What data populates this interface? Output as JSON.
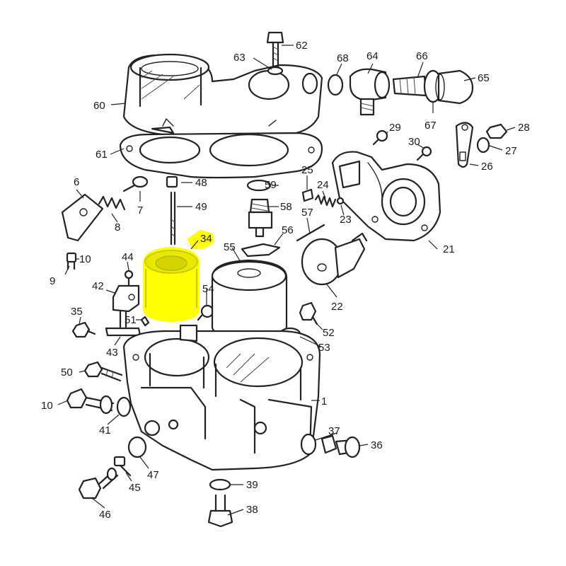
{
  "highlight": {
    "part_number": "34",
    "color": "#FFFF00"
  },
  "labels": {
    "p1": "1",
    "p6": "6",
    "p7": "7",
    "p8": "8",
    "p9": "9",
    "p10a": "10",
    "p10b": "10",
    "p21": "21",
    "p22": "22",
    "p23": "23",
    "p24": "24",
    "p25": "25",
    "p26": "26",
    "p27": "27",
    "p28": "28",
    "p29": "29",
    "p30": "30",
    "p34": "34",
    "p35": "35",
    "p36": "36",
    "p37": "37",
    "p38": "38",
    "p39": "39",
    "p41": "41",
    "p42": "42",
    "p43": "43",
    "p44": "44",
    "p45": "45",
    "p46": "46",
    "p47": "47",
    "p48": "48",
    "p49": "49",
    "p50": "50",
    "p51": "51",
    "p52": "52",
    "p53": "53",
    "p54": "54",
    "p55": "55",
    "p56": "56",
    "p57": "57",
    "p58": "58",
    "p59": "59",
    "p60": "60",
    "p61": "61",
    "p62": "62",
    "p63": "63",
    "p64": "64",
    "p65": "65",
    "p66": "66",
    "p67": "67",
    "p68": "68"
  }
}
